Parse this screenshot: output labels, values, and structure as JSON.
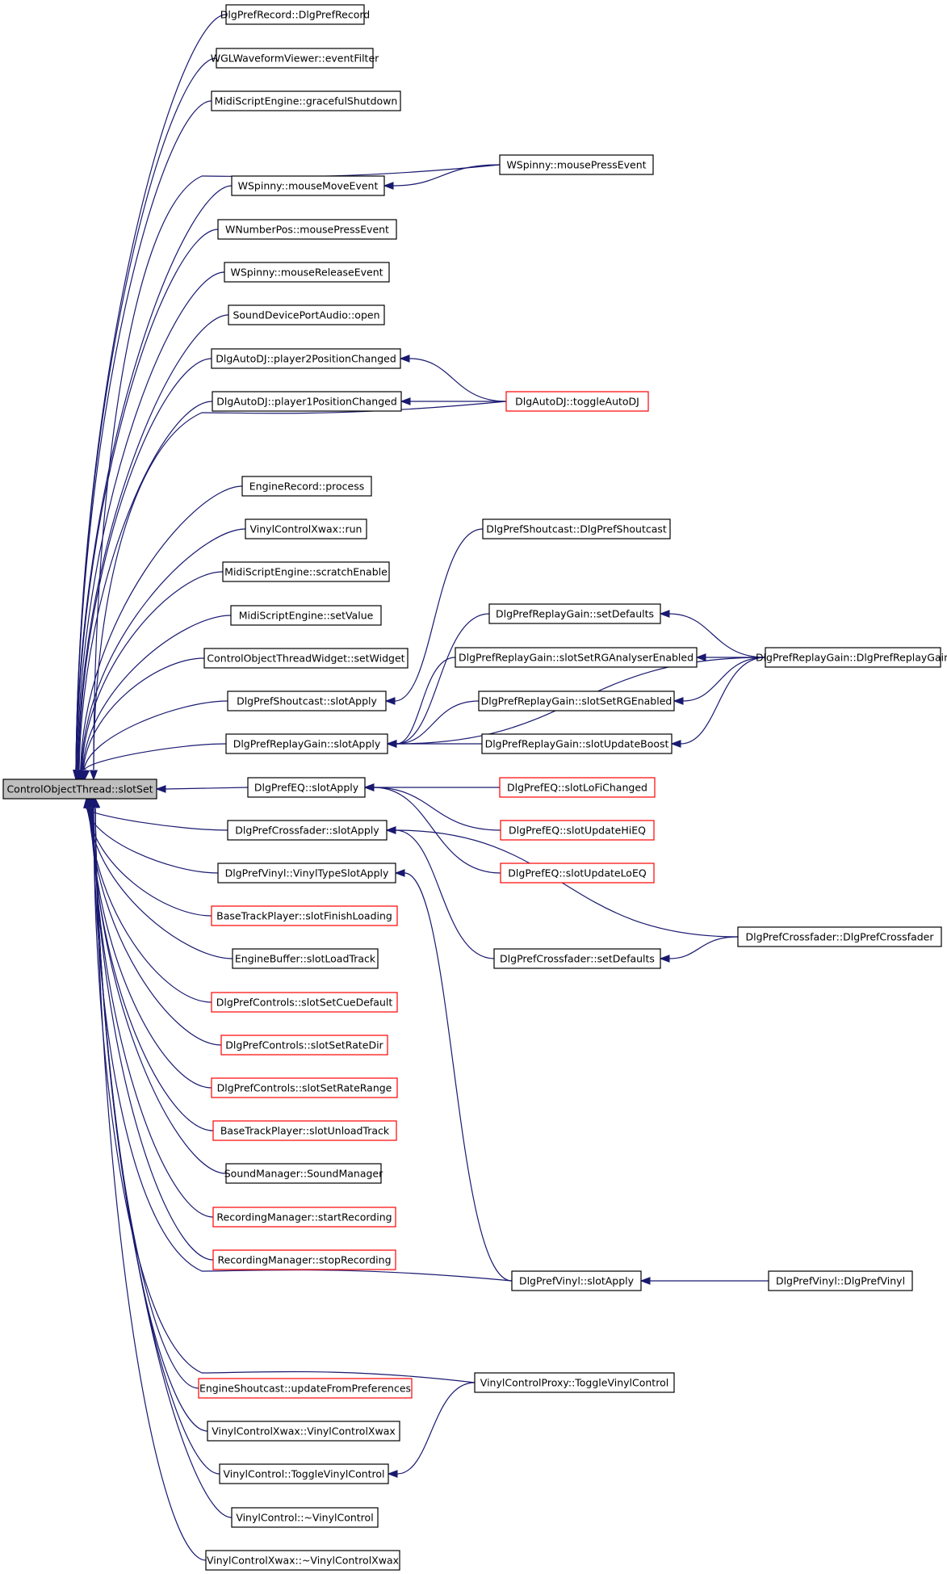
{
  "graph": {
    "root": "ControlObjectThread::slotSet",
    "nodes": [
      {
        "id": "n_root",
        "label": "ControlObjectThread::slotSet",
        "style": "root"
      },
      {
        "id": "n1",
        "label": "DlgPrefRecord::DlgPrefRecord",
        "style": "normal"
      },
      {
        "id": "n2",
        "label": "WGLWaveformViewer::eventFilter",
        "style": "normal"
      },
      {
        "id": "n3",
        "label": "MidiScriptEngine::gracefulShutdown",
        "style": "normal"
      },
      {
        "id": "n4",
        "label": "WSpinny::mouseMoveEvent",
        "style": "normal"
      },
      {
        "id": "n5",
        "label": "WNumberPos::mousePressEvent",
        "style": "normal"
      },
      {
        "id": "n6",
        "label": "WSpinny::mouseReleaseEvent",
        "style": "normal"
      },
      {
        "id": "n7",
        "label": "SoundDevicePortAudio::open",
        "style": "normal"
      },
      {
        "id": "n8",
        "label": "DlgAutoDJ::player2PositionChanged",
        "style": "normal"
      },
      {
        "id": "n9",
        "label": "DlgAutoDJ::player1PositionChanged",
        "style": "normal"
      },
      {
        "id": "n10",
        "label": "EngineRecord::process",
        "style": "normal"
      },
      {
        "id": "n11",
        "label": "VinylControlXwax::run",
        "style": "normal"
      },
      {
        "id": "n12",
        "label": "MidiScriptEngine::scratchEnable",
        "style": "normal"
      },
      {
        "id": "n13",
        "label": "MidiScriptEngine::setValue",
        "style": "normal"
      },
      {
        "id": "n14",
        "label": "ControlObjectThreadWidget::setWidget",
        "style": "normal"
      },
      {
        "id": "n15",
        "label": "DlgPrefShoutcast::slotApply",
        "style": "normal"
      },
      {
        "id": "n16",
        "label": "DlgPrefReplayGain::slotApply",
        "style": "normal"
      },
      {
        "id": "n17",
        "label": "DlgPrefEQ::slotApply",
        "style": "normal"
      },
      {
        "id": "n18",
        "label": "DlgPrefCrossfader::slotApply",
        "style": "normal"
      },
      {
        "id": "n19",
        "label": "DlgPrefVinyl::VinylTypeSlotApply",
        "style": "normal"
      },
      {
        "id": "n20",
        "label": "BaseTrackPlayer::slotFinishLoading",
        "style": "red"
      },
      {
        "id": "n21",
        "label": "EngineBuffer::slotLoadTrack",
        "style": "normal"
      },
      {
        "id": "n22",
        "label": "DlgPrefControls::slotSetCueDefault",
        "style": "red"
      },
      {
        "id": "n23",
        "label": "DlgPrefControls::slotSetRateDir",
        "style": "red"
      },
      {
        "id": "n24",
        "label": "DlgPrefControls::slotSetRateRange",
        "style": "red"
      },
      {
        "id": "n25",
        "label": "BaseTrackPlayer::slotUnloadTrack",
        "style": "red"
      },
      {
        "id": "n26",
        "label": "SoundManager::SoundManager",
        "style": "normal"
      },
      {
        "id": "n27",
        "label": "RecordingManager::startRecording",
        "style": "red"
      },
      {
        "id": "n28",
        "label": "RecordingManager::stopRecording",
        "style": "red"
      },
      {
        "id": "n29",
        "label": "EngineShoutcast::updateFromPreferences",
        "style": "red"
      },
      {
        "id": "n30",
        "label": "VinylControlXwax::VinylControlXwax",
        "style": "normal"
      },
      {
        "id": "n31",
        "label": "VinylControl::ToggleVinylControl",
        "style": "normal"
      },
      {
        "id": "n32",
        "label": "VinylControl::~VinylControl",
        "style": "normal"
      },
      {
        "id": "n33",
        "label": "VinylControlXwax::~VinylControlXwax",
        "style": "normal"
      },
      {
        "id": "m1",
        "label": "WSpinny::mousePressEvent",
        "style": "normal"
      },
      {
        "id": "m2",
        "label": "DlgAutoDJ::toggleAutoDJ",
        "style": "red"
      },
      {
        "id": "m3",
        "label": "DlgPrefShoutcast::DlgPrefShoutcast",
        "style": "normal"
      },
      {
        "id": "m4",
        "label": "DlgPrefReplayGain::setDefaults",
        "style": "normal"
      },
      {
        "id": "m5",
        "label": "DlgPrefReplayGain::slotSetRGAnalyserEnabled",
        "style": "normal"
      },
      {
        "id": "m6",
        "label": "DlgPrefReplayGain::slotSetRGEnabled",
        "style": "normal"
      },
      {
        "id": "m7",
        "label": "DlgPrefReplayGain::slotUpdateBoost",
        "style": "normal"
      },
      {
        "id": "m8",
        "label": "DlgPrefEQ::slotLoFiChanged",
        "style": "red"
      },
      {
        "id": "m9",
        "label": "DlgPrefEQ::slotUpdateHiEQ",
        "style": "red"
      },
      {
        "id": "m10",
        "label": "DlgPrefEQ::slotUpdateLoEQ",
        "style": "red"
      },
      {
        "id": "m11",
        "label": "DlgPrefCrossfader::setDefaults",
        "style": "normal"
      },
      {
        "id": "m12",
        "label": "DlgPrefVinyl::slotApply",
        "style": "normal"
      },
      {
        "id": "m13",
        "label": "VinylControlProxy::ToggleVinylControl",
        "style": "normal"
      },
      {
        "id": "r1",
        "label": "DlgPrefReplayGain::DlgPrefReplayGain",
        "style": "normal"
      },
      {
        "id": "r2",
        "label": "DlgPrefCrossfader::DlgPrefCrossfader",
        "style": "normal"
      },
      {
        "id": "r3",
        "label": "DlgPrefVinyl::DlgPrefVinyl",
        "style": "normal"
      }
    ],
    "edges": [
      {
        "from": "n1",
        "to": "n_root"
      },
      {
        "from": "n2",
        "to": "n_root"
      },
      {
        "from": "n3",
        "to": "n_root"
      },
      {
        "from": "m1",
        "to": "n_root"
      },
      {
        "from": "n4",
        "to": "n_root"
      },
      {
        "from": "n5",
        "to": "n_root"
      },
      {
        "from": "n6",
        "to": "n_root"
      },
      {
        "from": "n7",
        "to": "n_root"
      },
      {
        "from": "n8",
        "to": "n_root"
      },
      {
        "from": "n9",
        "to": "n_root"
      },
      {
        "from": "m2",
        "to": "n_root"
      },
      {
        "from": "n10",
        "to": "n_root"
      },
      {
        "from": "n11",
        "to": "n_root"
      },
      {
        "from": "n12",
        "to": "n_root"
      },
      {
        "from": "n13",
        "to": "n_root"
      },
      {
        "from": "n14",
        "to": "n_root"
      },
      {
        "from": "n15",
        "to": "n_root"
      },
      {
        "from": "n16",
        "to": "n_root"
      },
      {
        "from": "n17",
        "to": "n_root"
      },
      {
        "from": "n18",
        "to": "n_root"
      },
      {
        "from": "n19",
        "to": "n_root"
      },
      {
        "from": "n20",
        "to": "n_root"
      },
      {
        "from": "n21",
        "to": "n_root"
      },
      {
        "from": "n22",
        "to": "n_root"
      },
      {
        "from": "n23",
        "to": "n_root"
      },
      {
        "from": "n24",
        "to": "n_root"
      },
      {
        "from": "n25",
        "to": "n_root"
      },
      {
        "from": "n26",
        "to": "n_root"
      },
      {
        "from": "n27",
        "to": "n_root"
      },
      {
        "from": "n28",
        "to": "n_root"
      },
      {
        "from": "m12",
        "to": "n_root"
      },
      {
        "from": "m13",
        "to": "n_root"
      },
      {
        "from": "n29",
        "to": "n_root"
      },
      {
        "from": "n30",
        "to": "n_root"
      },
      {
        "from": "n31",
        "to": "n_root"
      },
      {
        "from": "n32",
        "to": "n_root"
      },
      {
        "from": "n33",
        "to": "n_root"
      },
      {
        "from": "m1",
        "to": "n4"
      },
      {
        "from": "m2",
        "to": "n8"
      },
      {
        "from": "m2",
        "to": "n9"
      },
      {
        "from": "m3",
        "to": "n15"
      },
      {
        "from": "m4",
        "to": "n16"
      },
      {
        "from": "m5",
        "to": "n16"
      },
      {
        "from": "m6",
        "to": "n16"
      },
      {
        "from": "m7",
        "to": "n16"
      },
      {
        "from": "r1",
        "to": "n16"
      },
      {
        "from": "r1",
        "to": "m4"
      },
      {
        "from": "r1",
        "to": "m5"
      },
      {
        "from": "r1",
        "to": "m6"
      },
      {
        "from": "r1",
        "to": "m7"
      },
      {
        "from": "m8",
        "to": "n17"
      },
      {
        "from": "m9",
        "to": "n17"
      },
      {
        "from": "m10",
        "to": "n17"
      },
      {
        "from": "m11",
        "to": "n18"
      },
      {
        "from": "r2",
        "to": "n18"
      },
      {
        "from": "r2",
        "to": "m11"
      },
      {
        "from": "m12",
        "to": "n19"
      },
      {
        "from": "r3",
        "to": "m12"
      },
      {
        "from": "m13",
        "to": "n31"
      }
    ]
  }
}
